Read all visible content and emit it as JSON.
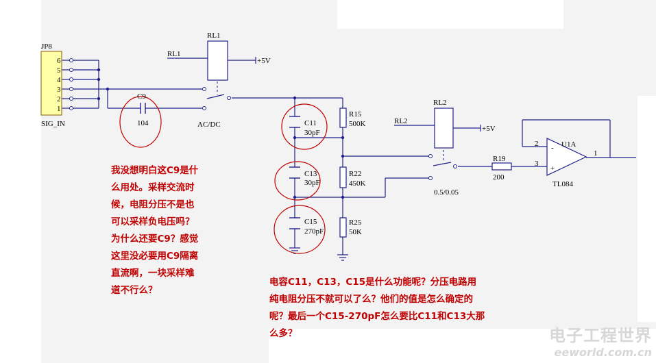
{
  "components": {
    "jp8": {
      "ref": "JP8",
      "name": "SIG_IN",
      "pins": [
        "6",
        "5",
        "4",
        "3",
        "2",
        "1"
      ]
    },
    "rl1": {
      "ref": "RL1",
      "coil_net": "RL1",
      "supply": "+5V",
      "switch_label": "AC/DC"
    },
    "c9": {
      "ref": "C9",
      "value": "104"
    },
    "c11": {
      "ref": "C11",
      "value": "30pF"
    },
    "c13": {
      "ref": "C13",
      "value": "30pF"
    },
    "c15": {
      "ref": "C15",
      "value": "270pF"
    },
    "r15": {
      "ref": "R15",
      "value": "500K"
    },
    "r22": {
      "ref": "R22",
      "value": "450K"
    },
    "r25": {
      "ref": "R25",
      "value": "50K"
    },
    "rl2": {
      "ref": "RL2",
      "coil_net": "RL2",
      "supply": "+5V",
      "switch_label": "0.5/0.05"
    },
    "r19": {
      "ref": "R19",
      "value": "200"
    },
    "u1a": {
      "ref": "U1A",
      "part": "TL084",
      "pin_minus": "2",
      "pin_plus": "3",
      "pin_out": "1",
      "minus_sign": "-",
      "plus_sign": "+"
    }
  },
  "annotations": {
    "note1": "我没想明白这C9是什\n么用处。采样交流时\n候，电阻分压不是也\n可以采样负电压吗？\n为什么还要C9？感觉\n这里没必要用C9隔离\n直流啊，一块采样难\n道不行么？",
    "note2": "电容C11，C13，C15是什么功能呢？分压电路用\n纯电阻分压不就可以了么？他们的值是怎么确定的\n呢？最后一个C15-270pF怎么要比C11和C13大那\n么多？"
  },
  "watermark": {
    "cn": "电子工程世界",
    "en": "eeworld.com.cn"
  },
  "colors": {
    "wire": "#1f1f8c",
    "annotation": "#c00000",
    "highlight_circle": "#c00000",
    "connector_fill": "#ffffa8",
    "relay_fill": "#ffffff"
  }
}
